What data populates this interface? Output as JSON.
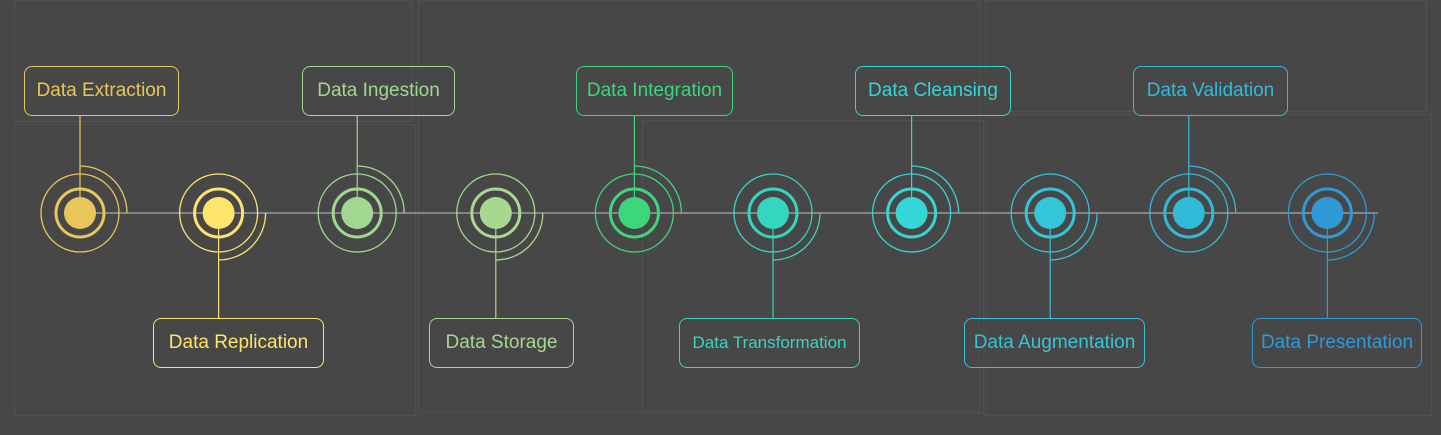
{
  "title": "Data pipeline stages",
  "stages": [
    {
      "label": "Data Extraction",
      "color": "#e8c65a",
      "side": "top"
    },
    {
      "label": "Data Replication",
      "color": "#fde46a",
      "side": "bottom"
    },
    {
      "label": "Data Ingestion",
      "color": "#a0d890",
      "side": "top"
    },
    {
      "label": "Data Storage",
      "color": "#a8d890",
      "side": "bottom"
    },
    {
      "label": "Data Integration",
      "color": "#3dd67a",
      "side": "top"
    },
    {
      "label": "Data Transformation",
      "color": "#35d6c0",
      "side": "bottom"
    },
    {
      "label": "Data Cleansing",
      "color": "#35d6d6",
      "side": "top"
    },
    {
      "label": "Data Augmentation",
      "color": "#33c6d8",
      "side": "bottom"
    },
    {
      "label": "Data Validation",
      "color": "#30bcd8",
      "side": "top"
    },
    {
      "label": "Data Presentation",
      "color": "#2e9ad8",
      "side": "bottom"
    }
  ],
  "timeline_color": "#9a9a9a"
}
